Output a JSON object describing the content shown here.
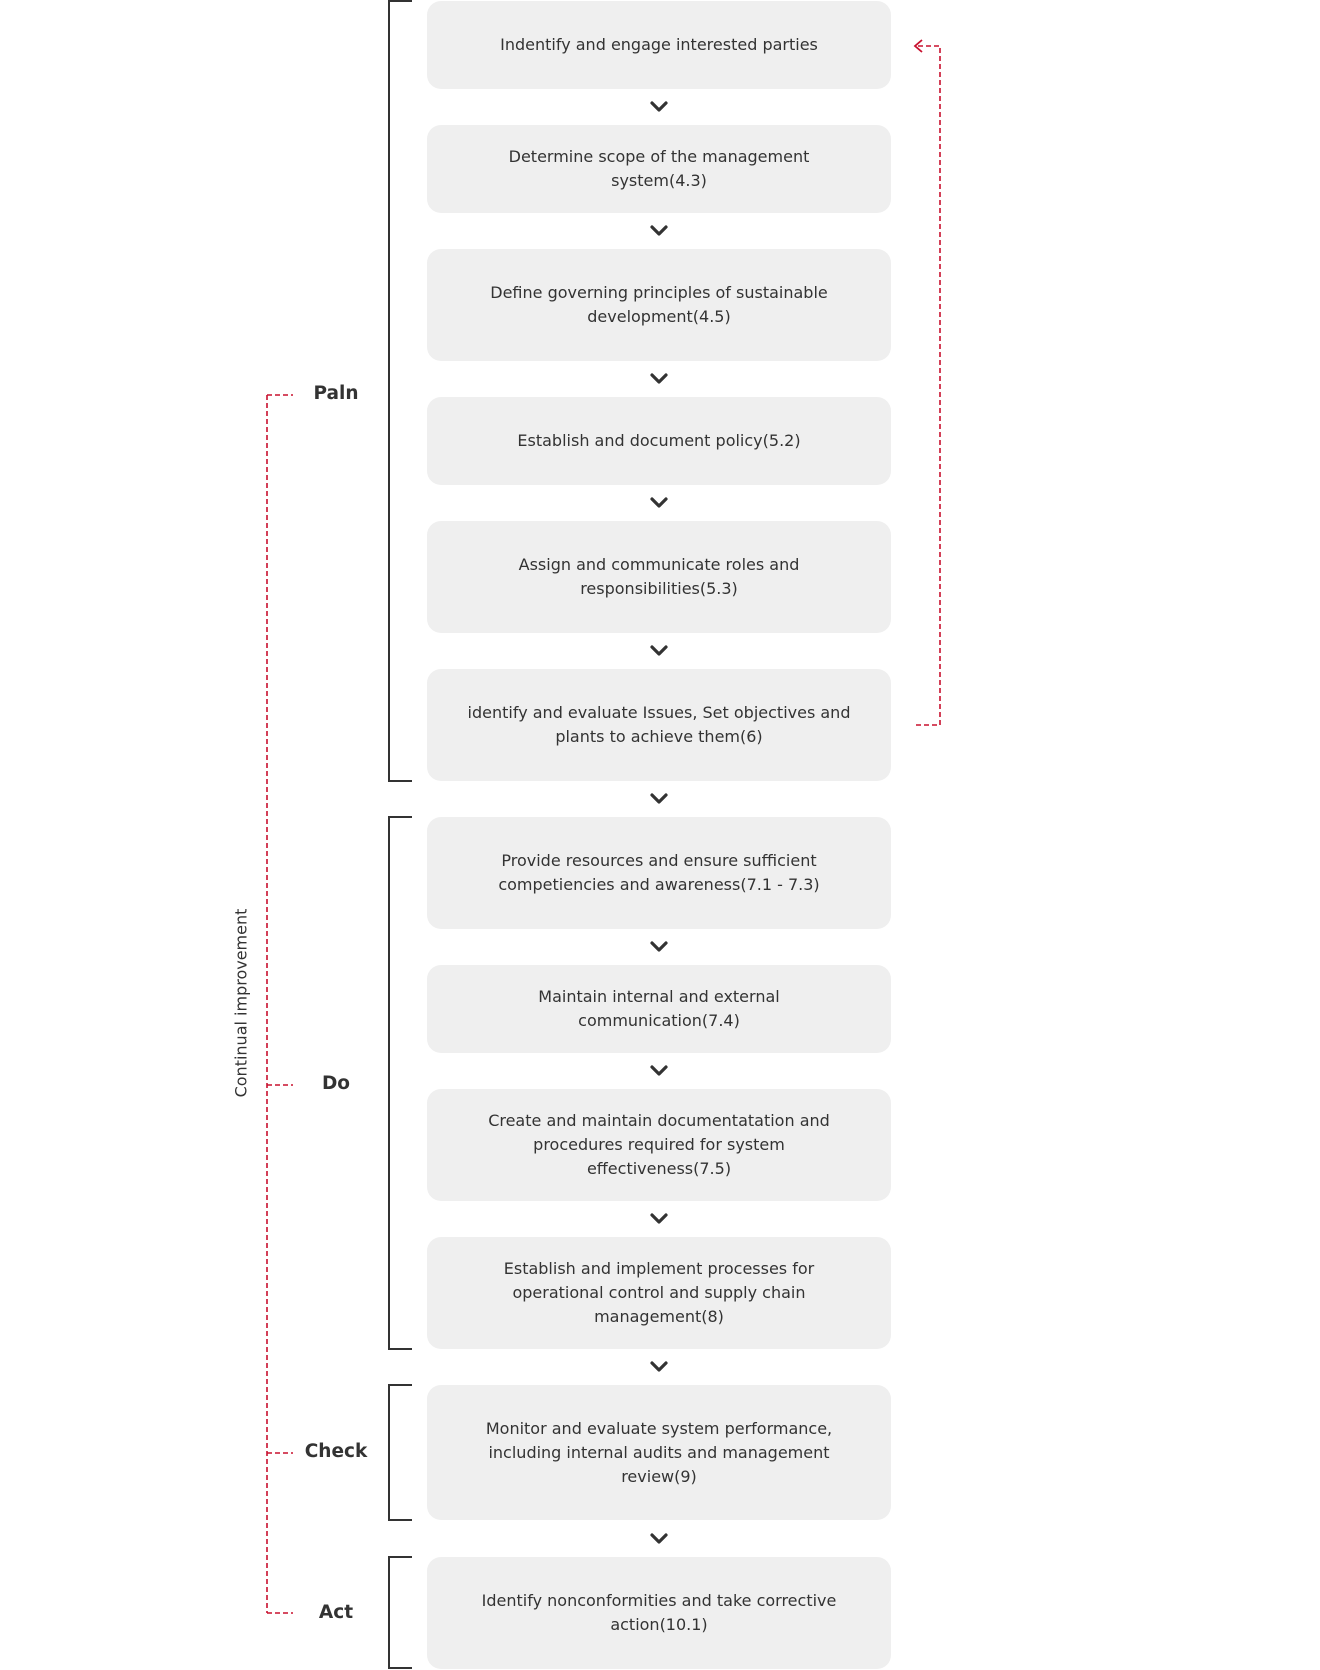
{
  "steps": [
    "Indentify and engage interested parties",
    "Determine scope of the management system(4.3)",
    "Define governing principles of sustainable development(4.5)",
    "Establish and document policy(5.2)",
    "Assign and communicate roles and responsibilities(5.3)",
    "identify and evaluate Issues, Set objectives and plants to achieve them(6)",
    "Provide resources and ensure sufficient competiencies and awareness(7.1 - 7.3)",
    "Maintain internal and external communication(7.4)",
    "Create and maintain documentatation and procedures required for system effectiveness(7.5)",
    "Establish and implement processes for operational control and supply chain management(8)",
    "Monitor and evaluate system performance, including internal audits and management review(9)",
    "Identify nonconformities and take corrective action(10.1)"
  ],
  "phases": {
    "plan": "Paln",
    "do": "Do",
    "check": "Check",
    "act": "Act"
  },
  "loop_label": "Continual improvement",
  "colors": {
    "box_fill": "#efefef",
    "text": "#333333",
    "bracket": "#333333",
    "chevron": "#333333",
    "dashed_accent": "#c8102e"
  }
}
